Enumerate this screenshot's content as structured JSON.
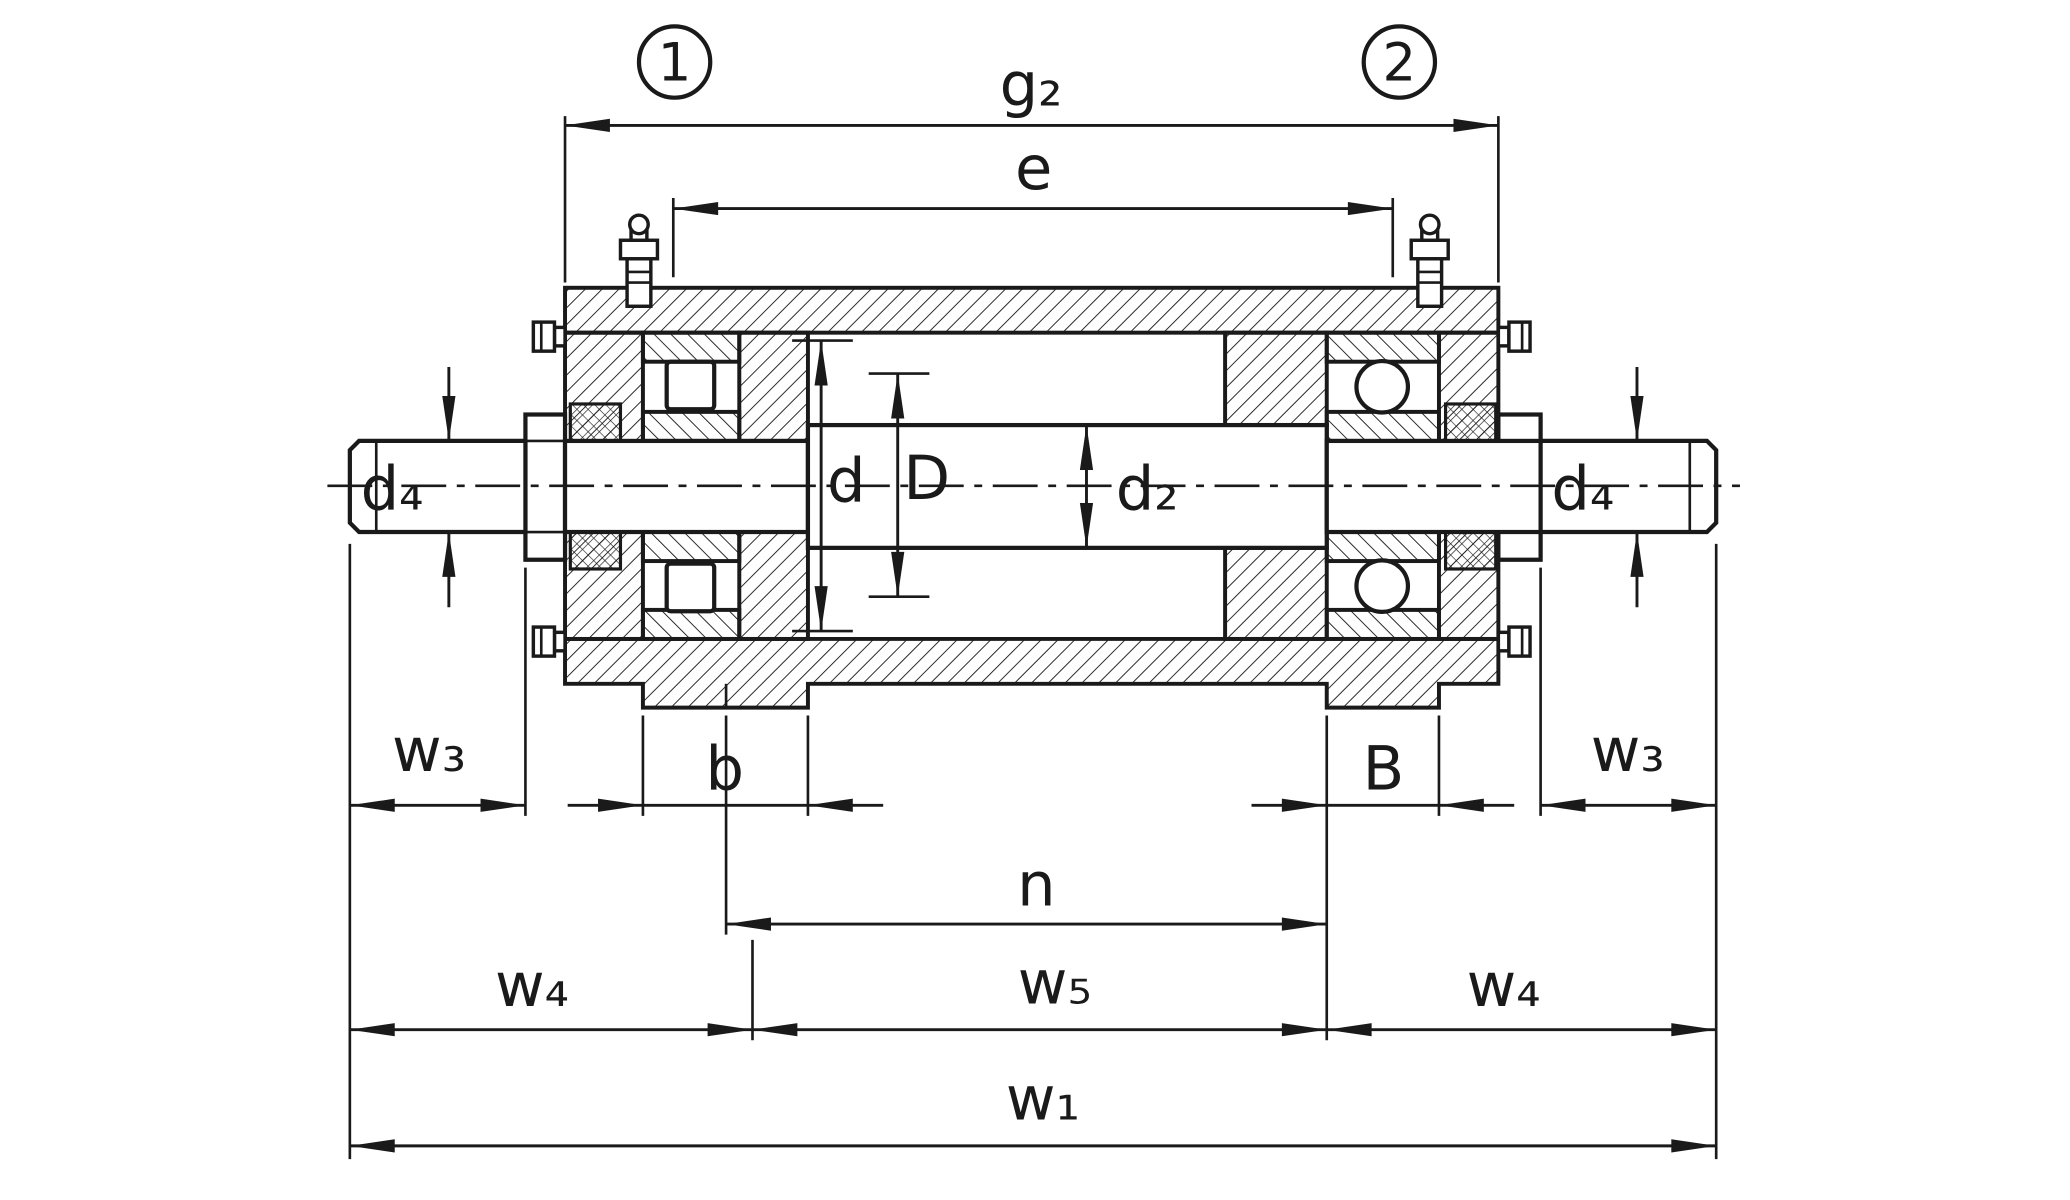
{
  "callouts": {
    "c1": "1",
    "c2": "2"
  },
  "dims": {
    "g2": "g₂",
    "e": "e",
    "d4": "d₄",
    "d": "d",
    "D": "D",
    "d2": "d₂",
    "w3": "w₃",
    "b": "b",
    "B": "B",
    "n": "n",
    "w4": "w₄",
    "w5": "w₅",
    "w1": "w₁"
  },
  "colors": {
    "ink": "#1a1a1a",
    "background": "#ffffff"
  }
}
